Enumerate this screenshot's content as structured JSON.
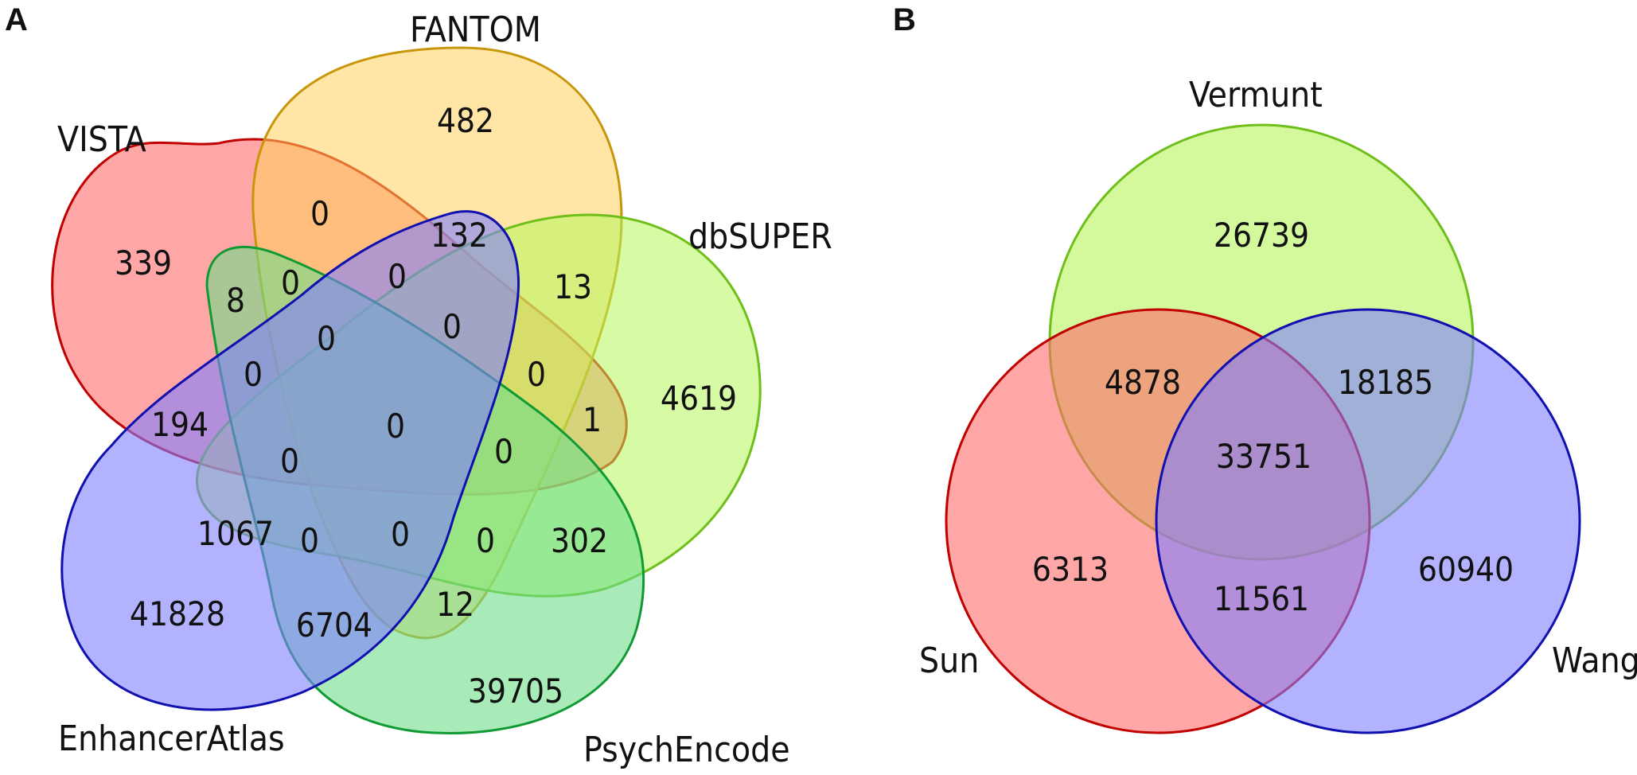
{
  "panels": {
    "a": {
      "letter": "A",
      "sets": [
        {
          "label": "VISTA",
          "color": "#ff6b6b",
          "stroke": "#c00000"
        },
        {
          "label": "FANTOM",
          "color": "#ffd15c",
          "stroke": "#c8960a"
        },
        {
          "label": "dbSUPER",
          "color": "#b6f55a",
          "stroke": "#6fbf1a"
        },
        {
          "label": "PsychEncode",
          "color": "#6ede8a",
          "stroke": "#119a33"
        },
        {
          "label": "EnhancerAtlas",
          "color": "#7f7fff",
          "stroke": "#1010b0"
        }
      ],
      "regions": [
        {
          "value": 482
        },
        {
          "value": 339
        },
        {
          "value": 0
        },
        {
          "value": 132
        },
        {
          "value": 13
        },
        {
          "value": 8
        },
        {
          "value": 0
        },
        {
          "value": 0
        },
        {
          "value": 0
        },
        {
          "value": 0
        },
        {
          "value": 4619
        },
        {
          "value": 0
        },
        {
          "value": 0
        },
        {
          "value": 194
        },
        {
          "value": 1
        },
        {
          "value": 0
        },
        {
          "value": 0
        },
        {
          "value": 0
        },
        {
          "value": 1067
        },
        {
          "value": 0
        },
        {
          "value": 0
        },
        {
          "value": 0
        },
        {
          "value": 302
        },
        {
          "value": 41828
        },
        {
          "value": 6704
        },
        {
          "value": 12
        },
        {
          "value": 39705
        }
      ]
    },
    "b": {
      "letter": "B",
      "sets": [
        {
          "label": "Vermunt",
          "color": "#b6f55a",
          "stroke": "#6fbf1a"
        },
        {
          "label": "Sun",
          "color": "#ff6b6b",
          "stroke": "#c00000"
        },
        {
          "label": "Wang",
          "color": "#7f7fff",
          "stroke": "#1010b0"
        }
      ],
      "regions": [
        {
          "value": 26739
        },
        {
          "value": 4878
        },
        {
          "value": 18185
        },
        {
          "value": 33751
        },
        {
          "value": 6313
        },
        {
          "value": 11561
        },
        {
          "value": 60940
        }
      ]
    }
  }
}
